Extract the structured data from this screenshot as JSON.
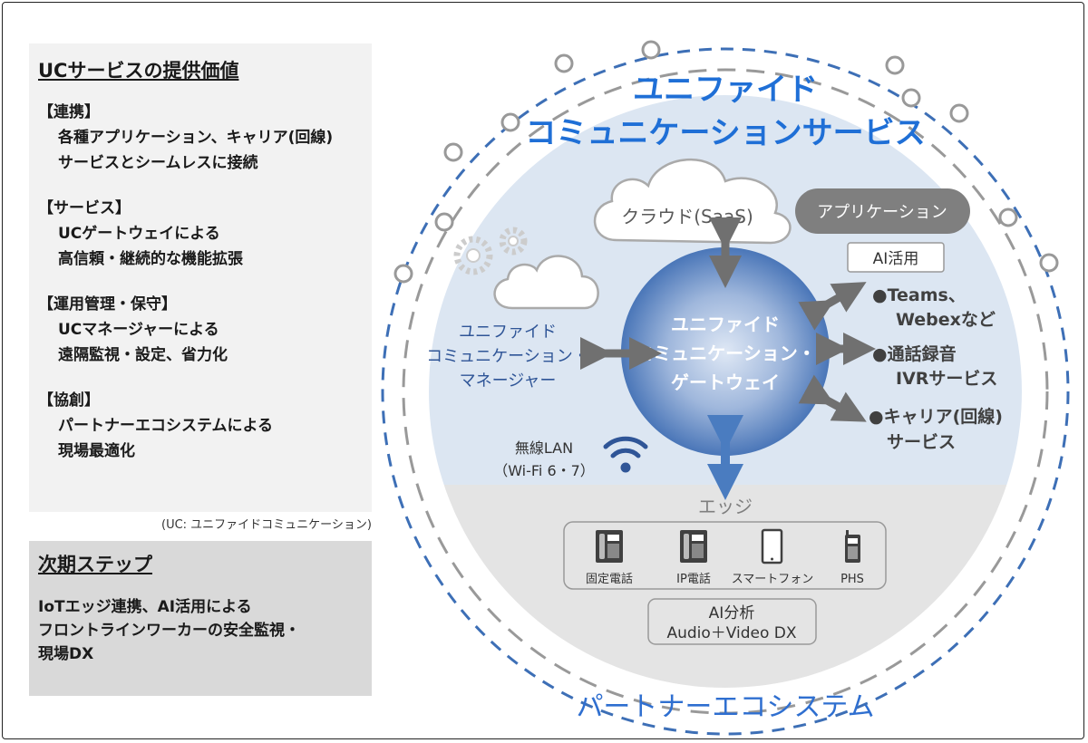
{
  "left_panel": {
    "heading": "UCサービスの提供価値",
    "sections": [
      {
        "title": "【連携】",
        "lines": [
          "各種アプリケーション、キャリア(回線)",
          "サービスとシームレスに接続"
        ]
      },
      {
        "title": "【サービス】",
        "lines": [
          "UCゲートウェイによる",
          "高信頼・継続的な機能拡張"
        ]
      },
      {
        "title": "【運用管理・保守】",
        "lines": [
          "UCマネージャーによる",
          "遠隔監視・設定、省力化"
        ]
      },
      {
        "title": "【協創】",
        "lines": [
          "パートナーエコシステムによる",
          "現場最適化"
        ]
      }
    ],
    "caption": "(UC: ユニファイドコミュニケーション)"
  },
  "next_step": {
    "heading": "次期ステップ",
    "lines": [
      "IoTエッジ連携、AI活用による",
      "フロントラインワーカーの安全監視・",
      "現場DX"
    ]
  },
  "diagram": {
    "title_line1": "ユニファイド",
    "title_line2": "コミュニケーションサービス",
    "cloud": "クラウド(SaaS)",
    "application": "アプリケーション",
    "ai_use": "AI活用",
    "manager": [
      "ユニファイド",
      "コミュニケーション・",
      "マネージャー"
    ],
    "gateway": [
      "ユニファイド",
      "コミュニケーション・",
      "ゲートウェイ"
    ],
    "apps": [
      {
        "line1": "●Teams、",
        "line2": "Webexなど"
      },
      {
        "line1": "●通話録音",
        "line2": "IVRサービス"
      },
      {
        "line1": "●キャリア(回線)",
        "line2": "サービス"
      }
    ],
    "wifi": [
      "無線LAN",
      "（Wi-Fi 6・7）"
    ],
    "edge": "エッジ",
    "devices": [
      "固定電話",
      "IP電話",
      "スマートフォン",
      "PHS"
    ],
    "ai_analysis": [
      "AI分析",
      "Audio＋Video DX"
    ],
    "ecosystem": "パートナーエコシステム",
    "colors": {
      "title_blue": "#1f6fd6",
      "dark_blue": "#2f5597",
      "arrow_gray": "#707070",
      "sky": "#dce6f2",
      "ground": "#e4e4e4"
    }
  }
}
